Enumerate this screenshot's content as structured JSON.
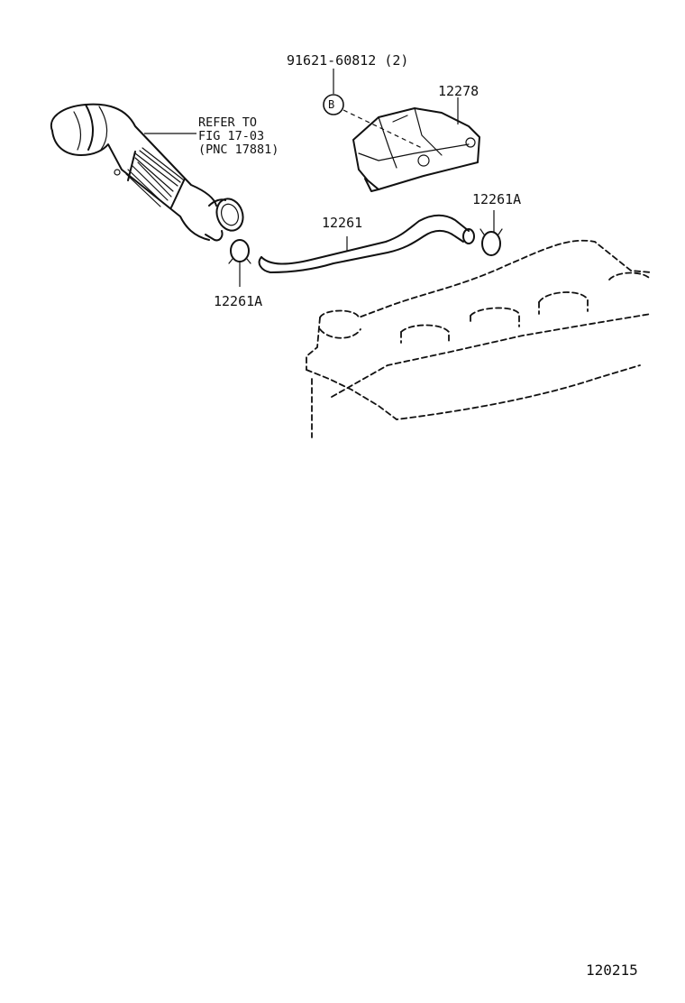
{
  "callouts": {
    "bolt_part": "91621-60812 (2)",
    "bolt_symbol": "B",
    "bracket_part": "12278",
    "refer_line1": "REFER TO",
    "refer_line2": "FIG 17-03",
    "refer_line3": "(PNC 17881)",
    "hose_part": "12261",
    "clip_right_part": "12261A",
    "clip_left_part": "12261A"
  },
  "footer": {
    "illustration_number": "120215"
  }
}
